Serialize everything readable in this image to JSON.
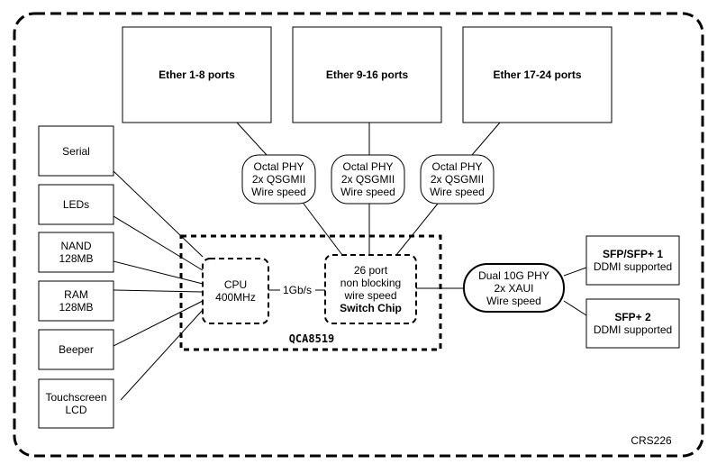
{
  "ports": {
    "p1": "Ether 1-8 ports",
    "p2": "Ether 9-16 ports",
    "p3": "Ether 17-24 ports"
  },
  "phy": {
    "line1": "Octal PHY",
    "line2": "2x QSGMII",
    "line3": "Wire speed"
  },
  "peripherals": {
    "serial": "Serial",
    "leds": "LEDs",
    "nand_1": "NAND",
    "nand_2": "128MB",
    "ram_1": "RAM",
    "ram_2": "128MB",
    "beeper": "Beeper",
    "lcd_1": "Touchscreen",
    "lcd_2": "LCD"
  },
  "cpu": {
    "line1": "CPU",
    "line2": "400MHz"
  },
  "link_label": "1Gb/s",
  "switch": {
    "line1": "26 port",
    "line2": "non blocking",
    "line3": "wire speed",
    "line4": "Switch Chip"
  },
  "chip_label": "QCA8519",
  "dual_phy": {
    "line1": "Dual 10G PHY",
    "line2": "2x XAUI",
    "line3": "Wire speed"
  },
  "sfp1": {
    "line1": "SFP/SFP+ 1",
    "line2": "DDMI supported"
  },
  "sfp2": {
    "line1": "SFP+ 2",
    "line2": "DDMI supported"
  },
  "device_label": "CRS226"
}
